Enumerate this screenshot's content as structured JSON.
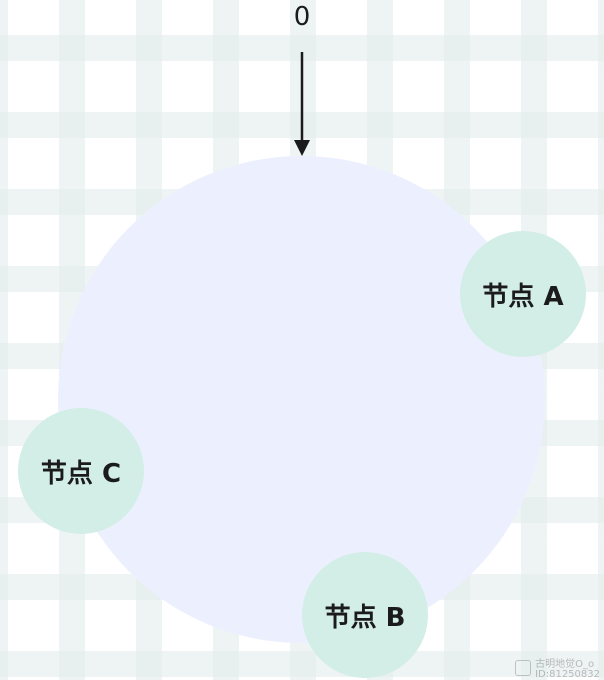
{
  "diagram": {
    "start_marker": "0",
    "nodes": [
      {
        "id": "A",
        "label": "节点 A"
      },
      {
        "id": "B",
        "label": "节点 B"
      },
      {
        "id": "C",
        "label": "节点 C"
      }
    ]
  },
  "colors": {
    "ring_fill": "#ecf0fe",
    "node_fill": "#d3eee6",
    "text": "#1b1b1b",
    "arrow": "#1b1b1b"
  },
  "watermark": {
    "line1": "古明地觉O_o",
    "line2": "ID:81250832"
  }
}
